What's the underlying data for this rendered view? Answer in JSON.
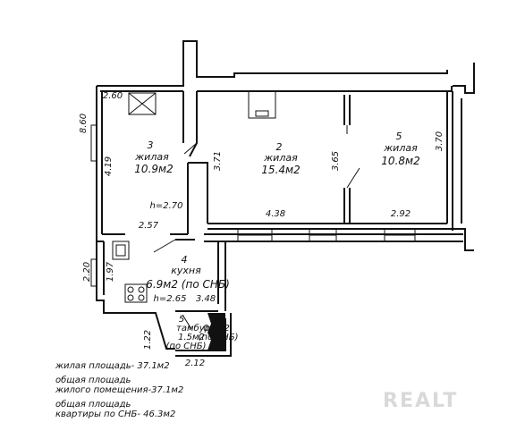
{
  "rooms": [
    {
      "number": "3",
      "name": "жилая",
      "area": "10.9м2"
    },
    {
      "number": "2",
      "name": "жилая",
      "area": "15.4м2"
    },
    {
      "number": "5",
      "name": "жилая",
      "area": "10.8м2"
    },
    {
      "number": "4",
      "name": "кухня",
      "area": "6.9м2 (по СНБ)"
    }
  ],
  "small_rooms": {
    "tambur": {
      "number": "5",
      "name": "тамбур",
      "area": "1.5м2",
      "note": "(по СНБ)"
    },
    "closet": {
      "number": "6",
      "area": "0.8м2",
      "note": "(по СНБ)"
    }
  },
  "dimensions": {
    "d_260": "2.60",
    "d_860": "8.60",
    "d_419": "4.19",
    "d_h270": "h=2.70",
    "d_257": "2.57",
    "d_371": "3.71",
    "d_365": "3.65",
    "d_370": "3.70",
    "d_438": "4.38",
    "d_292": "2.92",
    "d_220": "2.20",
    "d_197": "1.97",
    "d_h265": "h=2.65",
    "d_348": "3.48",
    "d_122": "1.22",
    "d_212": "2.12"
  },
  "notes": {
    "living_area": "жилая площадь-  37.1м2",
    "total_line1": "общая площадь",
    "total_line2": "жилого помещения-37.1м2",
    "snb_line1": "общая площадь",
    "snb_line2": "квартиры по СНБ-  46.3м2"
  },
  "watermark": "REALT"
}
